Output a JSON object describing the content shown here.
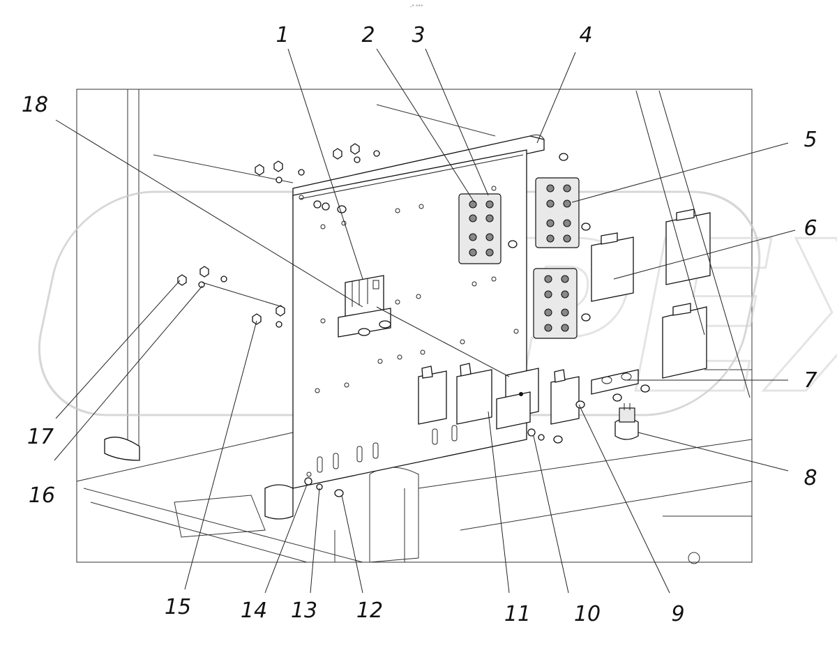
{
  "header": {
    "code": "-° °°°"
  },
  "watermark": {
    "text": "OPEX"
  },
  "callouts": [
    {
      "label": "1"
    },
    {
      "label": "2"
    },
    {
      "label": "3"
    },
    {
      "label": "4"
    },
    {
      "label": "5"
    },
    {
      "label": "6"
    },
    {
      "label": "7"
    },
    {
      "label": "8"
    },
    {
      "label": "9"
    },
    {
      "label": "10"
    },
    {
      "label": "11"
    },
    {
      "label": "12"
    },
    {
      "label": "13"
    },
    {
      "label": "14"
    },
    {
      "label": "15"
    },
    {
      "label": "16"
    },
    {
      "label": "17"
    },
    {
      "label": "18"
    }
  ]
}
